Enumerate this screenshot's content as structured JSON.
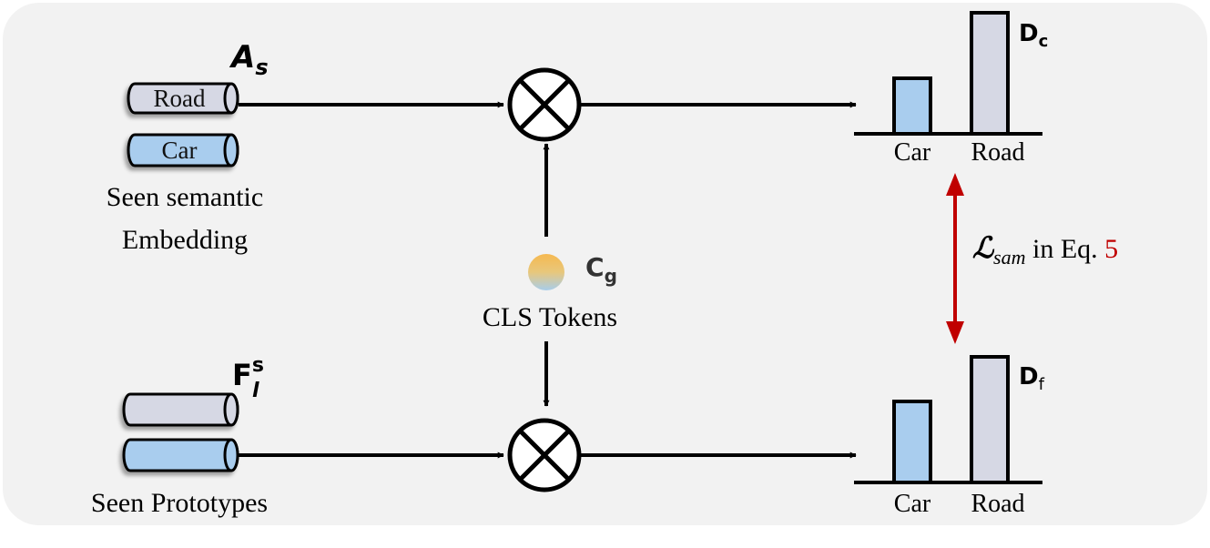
{
  "semantic": {
    "symbol": "A",
    "symbol_sub": "s",
    "road_label": "Road",
    "car_label": "Car",
    "caption_line1": "Seen semantic",
    "caption_line2": "Embedding"
  },
  "prototypes": {
    "symbol": "F",
    "symbol_sup": "s",
    "symbol_sub": "l",
    "caption": "Seen Prototypes"
  },
  "cls": {
    "symbol": "C",
    "symbol_sub": "g",
    "caption": "CLS Tokens"
  },
  "dist_top": {
    "symbol": "D",
    "symbol_sub": "c",
    "cat1": "Car",
    "cat2": "Road"
  },
  "dist_bottom": {
    "symbol": "D",
    "symbol_sub": "f",
    "cat1": "Car",
    "cat2": "Road"
  },
  "loss": {
    "symbol": "ℒ",
    "symbol_sub": "sam",
    "text": " in Eq. ",
    "ref": "5"
  },
  "colors": {
    "panel_bg": "#f2f2f2",
    "road_gray": "#d6d8e4",
    "car_blue": "#a9cdee",
    "loss_red": "#c00000",
    "token_top": "#f6b950",
    "token_bottom": "#a8cdea"
  },
  "icons": [
    "multiply-circle-icon",
    "double-arrow-icon"
  ]
}
